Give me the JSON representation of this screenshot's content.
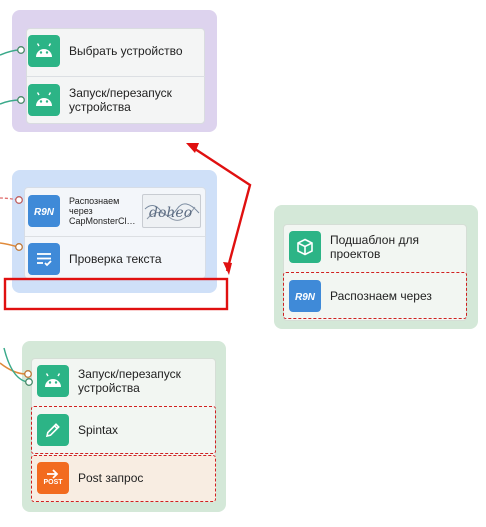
{
  "groups": {
    "purple": {
      "items": [
        {
          "label": "Выбрать устройство",
          "icon": "android-icon"
        },
        {
          "label": "Запуск/перезапуск устройства",
          "icon": "android-icon"
        }
      ]
    },
    "blue": {
      "items": [
        {
          "label": "Распознаем через CapMonsterCl…",
          "icon": "captcha-icon"
        },
        {
          "label": "Проверка текста",
          "icon": "text-check-icon"
        }
      ]
    },
    "green_right": {
      "items": [
        {
          "label": "Подшаблон для проектов",
          "icon": "cube-icon"
        },
        {
          "label": "Распознаем через",
          "icon": "captcha-icon"
        }
      ]
    },
    "green_bottom": {
      "items": [
        {
          "label": "Запуск/перезапуск устройства",
          "icon": "android-icon"
        },
        {
          "label": "Spintax",
          "icon": "pencil-icon"
        },
        {
          "label": "Post запрос",
          "icon": "post-icon",
          "badge": "POST"
        }
      ]
    }
  },
  "colors": {
    "purple_group": "#ddd3ee",
    "blue_group": "#cfe0f8",
    "green_group": "#d4e8d8",
    "highlight_red": "#e01010",
    "android_green": "#2cb486",
    "captcha_blue": "#3f8ad8",
    "post_orange": "#f26b1f"
  }
}
